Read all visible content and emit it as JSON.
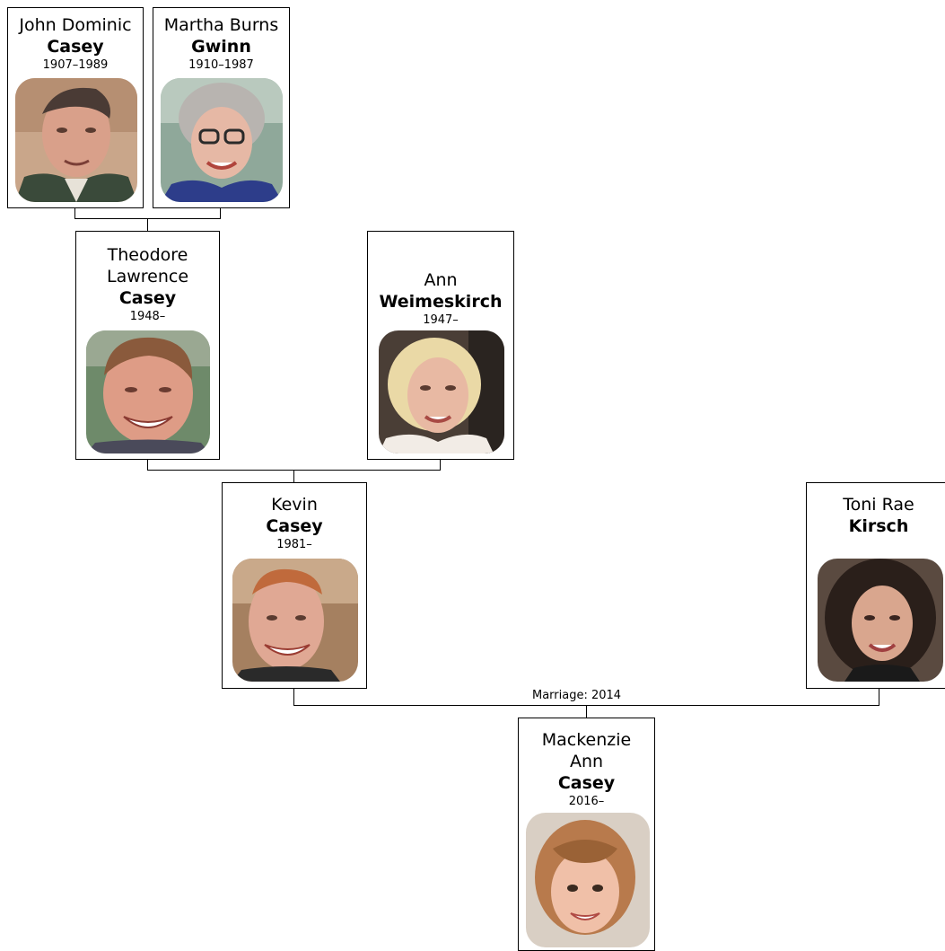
{
  "people": {
    "john": {
      "given": "John Dominic",
      "surname": "Casey",
      "years": "1907–1989",
      "photo_icon": "portrait-elderly-man"
    },
    "martha": {
      "given": "Martha Burns",
      "surname": "Gwinn",
      "years": "1910–1987",
      "photo_icon": "portrait-elderly-woman"
    },
    "theodore": {
      "given1": "Theodore",
      "given2": "Lawrence",
      "surname": "Casey",
      "years": "1948–",
      "photo_icon": "portrait-man"
    },
    "ann": {
      "given": "Ann",
      "surname": "Weimeskirch",
      "years": "1947–",
      "photo_icon": "portrait-woman"
    },
    "kevin": {
      "given": "Kevin",
      "surname": "Casey",
      "years": "1981–",
      "photo_icon": "portrait-young-man"
    },
    "toni": {
      "given": "Toni Rae",
      "surname": "Kirsch",
      "years": "",
      "photo_icon": "portrait-young-woman"
    },
    "mackenzie": {
      "given1": "Mackenzie",
      "given2": "Ann",
      "surname": "Casey",
      "years": "2016–",
      "photo_icon": "portrait-child"
    }
  },
  "marriages": {
    "kevin_toni": "Marriage: 2014"
  },
  "colors": {
    "border": "#000000",
    "background": "#ffffff"
  }
}
